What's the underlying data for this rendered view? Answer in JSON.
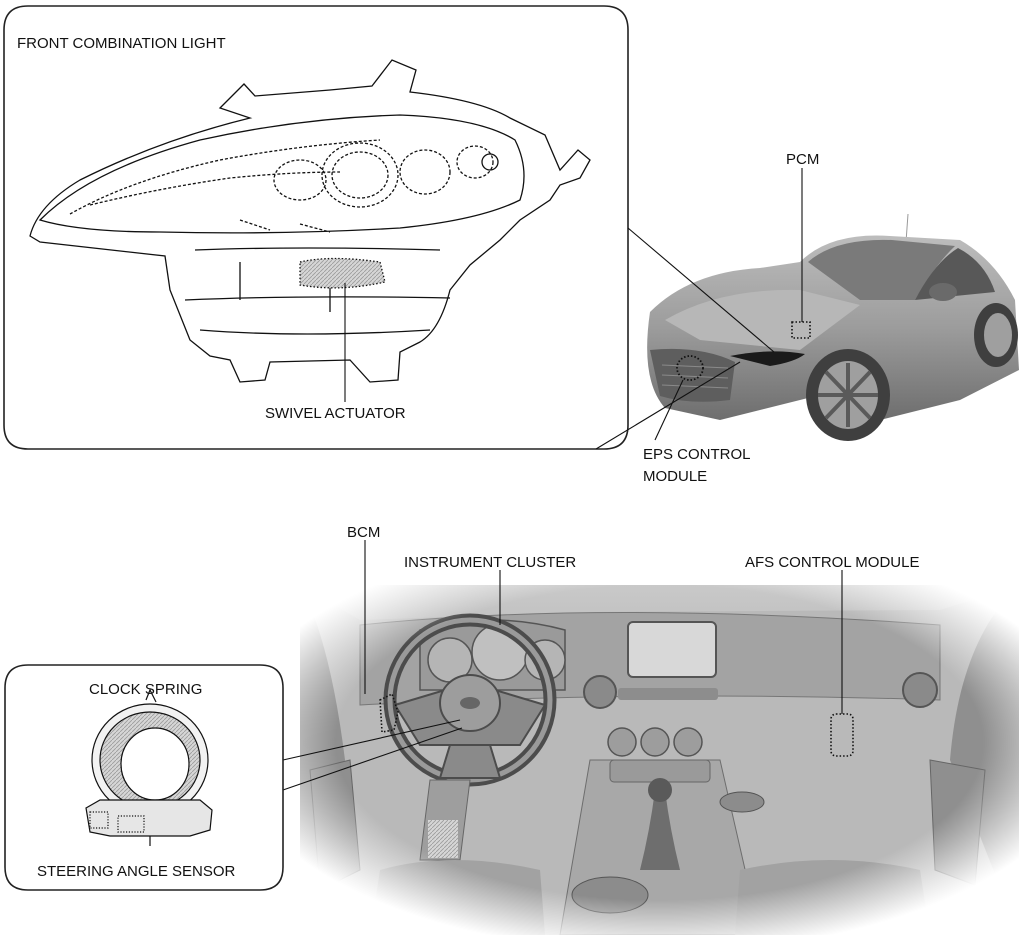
{
  "labels": {
    "front_combination_light": "FRONT COMBINATION LIGHT",
    "swivel_actuator": "SWIVEL ACTUATOR",
    "pcm": "PCM",
    "eps_control_module_line1": "EPS CONTROL",
    "eps_control_module_line2": "MODULE",
    "bcm": "BCM",
    "instrument_cluster": "INSTRUMENT CLUSTER",
    "afs_control_module": "AFS CONTROL MODULE",
    "clock_spring": "CLOCK SPRING",
    "steering_angle_sensor": "STEERING ANGLE SENSOR"
  },
  "colors": {
    "line": "#111111",
    "car_body": "#9a9a9a",
    "interior": "#b4b4b4",
    "highlight": "#cfcfcf"
  }
}
